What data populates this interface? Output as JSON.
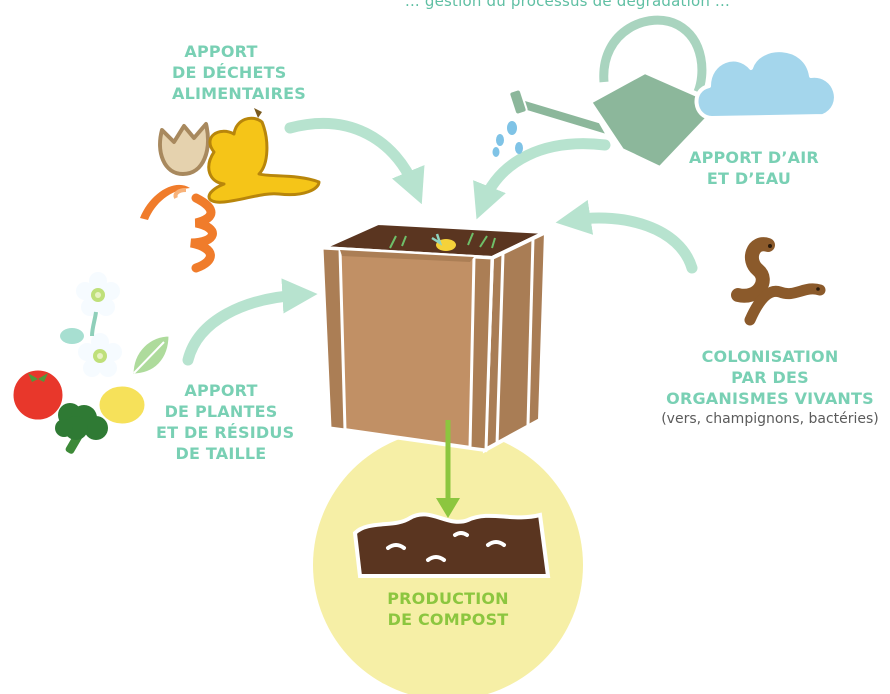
{
  "header_line": "... gestion du processus de dégradation ...",
  "labels": {
    "food_waste": [
      "APPORT",
      "DE DÉCHETS",
      "ALIMENTAIRES"
    ],
    "air_water": [
      "APPORT D’AIR",
      "ET D’EAU"
    ],
    "plants": [
      "APPORT",
      "DE PLANTES",
      "ET DE RÉSIDUS",
      "DE TAILLE"
    ],
    "organisms": [
      "COLONISATION",
      "PAR DES",
      "ORGANISMES VIVANTS"
    ],
    "organisms_sub": "(vers, champignons, bactéries)",
    "production": [
      "PRODUCTION",
      "DE COMPOST"
    ]
  },
  "colors": {
    "label_teal": "#79d0b4",
    "arrow_mint": "#b7e3cf",
    "compost_green": "#8cc63f",
    "sun_yellow": "#f6efa6",
    "bin_wood": "#c19065",
    "soil": "#5a3520"
  },
  "icons": [
    "eggshell-icon",
    "banana-peel-icon",
    "orange-peel-icon",
    "watering-can-icon",
    "cloud-icon",
    "water-drops-icon",
    "worms-icon",
    "flowers-icon",
    "tomato-icon",
    "broccoli-icon",
    "lemon-icon",
    "leaf-icon",
    "compost-bin-icon",
    "compost-pile-icon"
  ]
}
